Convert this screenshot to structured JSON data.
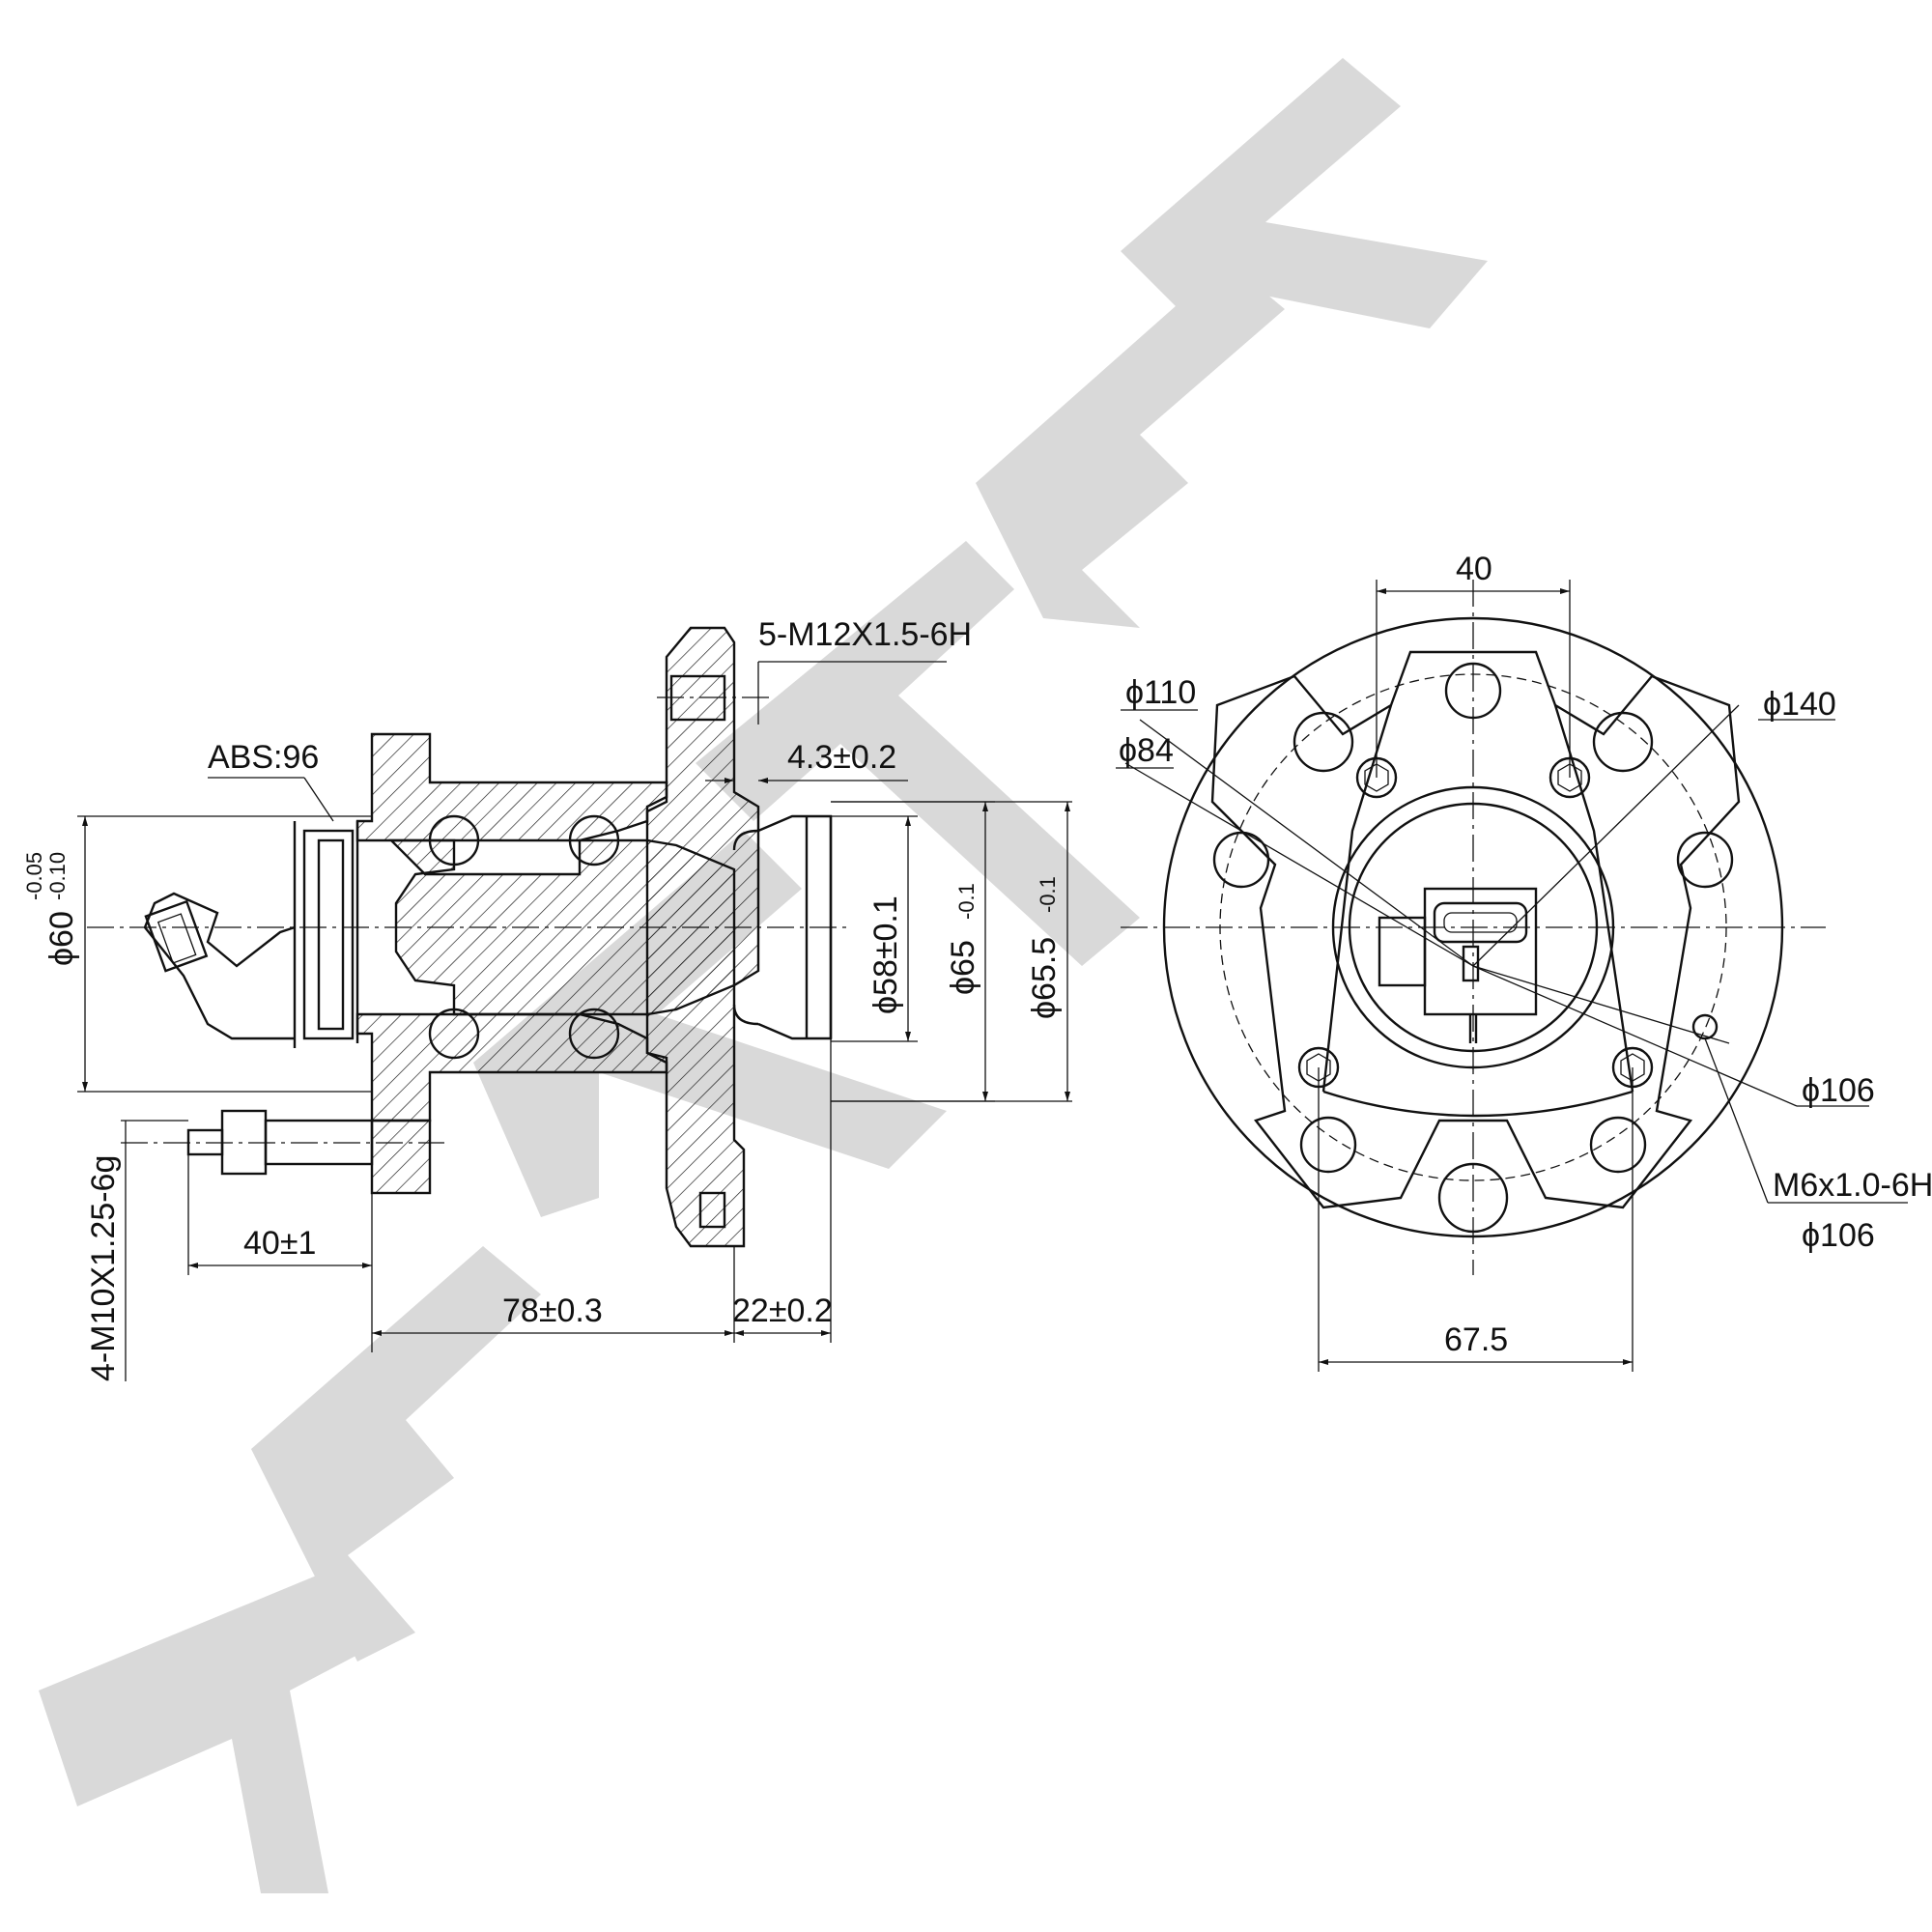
{
  "watermark": {
    "text": "ZENTEK",
    "color": "#d9d9d9"
  },
  "colors": {
    "line": "#111111",
    "background": "#ffffff"
  },
  "side_view": {
    "thread_holes": "5-M12X1.5-6H",
    "abs": "ABS:96",
    "flange_gap": "4.3±0.2",
    "dia_60": "ϕ60",
    "tol_60_upper": "-0.05",
    "tol_60_lower": "-0.10",
    "dia_58": "ϕ58±0.1",
    "dia_65": "ϕ65",
    "tol_65": "-0.1",
    "dia_65_5": "ϕ65.5",
    "tol_65_5": "-0.1",
    "bolt_thread": "4-M10X1.25-6g",
    "bolt_length": "40±1",
    "length_78": "78±0.3",
    "length_22": "22±0.2"
  },
  "front_view": {
    "width_40": "40",
    "dia_110": "ϕ110",
    "dia_84": "ϕ84",
    "dia_140": "ϕ140",
    "dia_106_a": "ϕ106",
    "m6_thread": "M6x1.0-6H",
    "dia_106_b": "ϕ106",
    "width_67_5": "67.5"
  }
}
